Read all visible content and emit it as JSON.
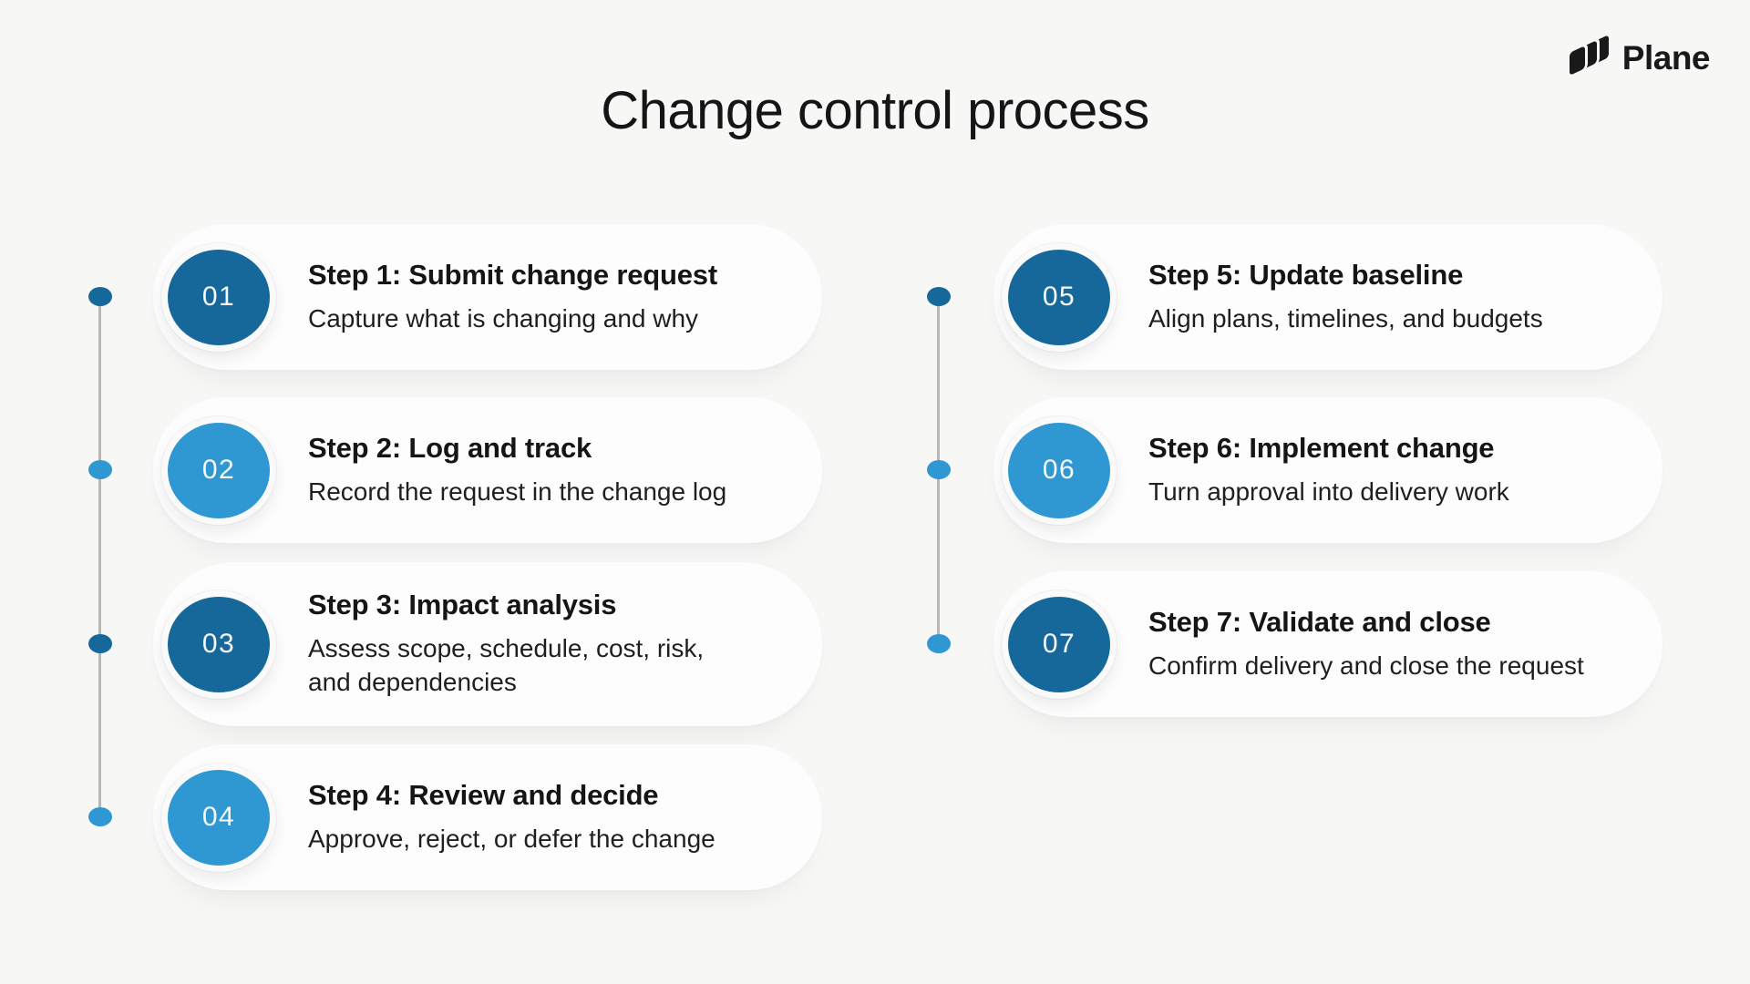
{
  "logo": {
    "text": "Plane"
  },
  "title": "Change control process",
  "colors": {
    "background": "#f7f7f6",
    "card_background": "#fdfdfd",
    "step_dark_blue": "#16689b",
    "step_light_blue": "#2f97d2",
    "timeline_line": "#b7b7b7",
    "text_primary": "#151515",
    "text_secondary": "#1f1f1f",
    "logo_color": "#191919",
    "circle_number_text": "#f5f9fc"
  },
  "steps": [
    {
      "number": "01",
      "title": "Step 1: Submit change request",
      "description": "Capture what is changing and why",
      "tone": "dark",
      "dot_tone": "dark",
      "column": "left"
    },
    {
      "number": "02",
      "title": "Step 2: Log and track",
      "description": "Record the request in the change log",
      "tone": "light",
      "dot_tone": "light",
      "column": "left"
    },
    {
      "number": "03",
      "title": "Step 3: Impact analysis",
      "description": "Assess scope, schedule, cost, risk,\nand dependencies",
      "tone": "dark",
      "dot_tone": "dark",
      "column": "left"
    },
    {
      "number": "04",
      "title": "Step 4: Review and decide",
      "description": "Approve, reject, or defer the change",
      "tone": "light",
      "dot_tone": "light",
      "column": "left"
    },
    {
      "number": "05",
      "title": "Step 5: Update baseline",
      "description": "Align plans, timelines, and budgets",
      "tone": "dark",
      "dot_tone": "dark",
      "column": "right"
    },
    {
      "number": "06",
      "title": "Step 6: Implement change",
      "description": "Turn approval into delivery work",
      "tone": "light",
      "dot_tone": "light",
      "column": "right"
    },
    {
      "number": "07",
      "title": "Step 7: Validate and close",
      "description": "Confirm delivery and close the request",
      "tone": "dark",
      "dot_tone": "light",
      "column": "right"
    }
  ]
}
